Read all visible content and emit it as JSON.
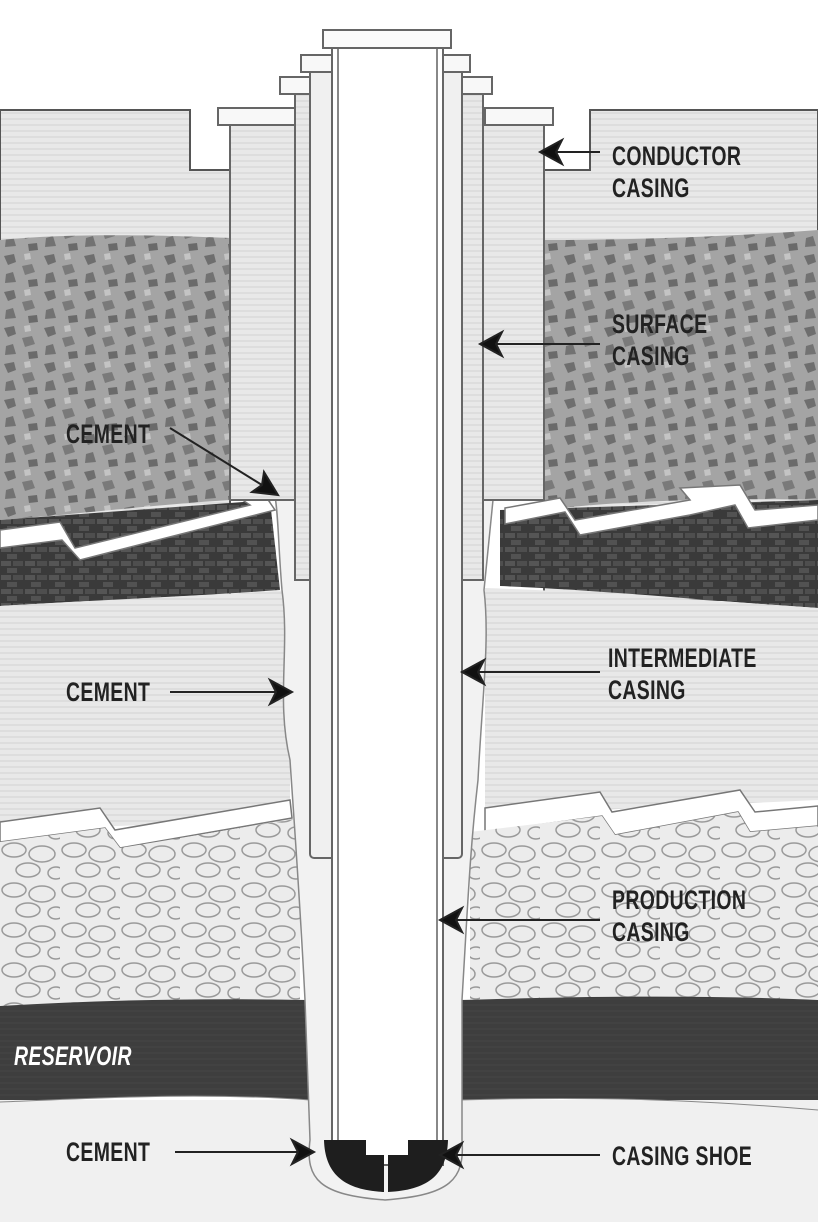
{
  "labels": {
    "conductor": [
      "CONDUCTOR",
      "CASING"
    ],
    "surface": [
      "SURFACE",
      "CASING"
    ],
    "intermediate": [
      "INTERMEDIATE",
      "CASING"
    ],
    "production": [
      "PRODUCTION",
      "CASING"
    ],
    "casing_shoe": "CASING SHOE",
    "cement_upper": "CEMENT",
    "cement_middle": "CEMENT",
    "cement_lower": "CEMENT",
    "reservoir": "RESERVOIR"
  },
  "colors": {
    "light_strata": "#e6e6e6",
    "gravel": "#9a9a9a",
    "brick": "#3a3a3a",
    "reservoir": "#3c3c3c",
    "shoe": "#1e1e1e"
  }
}
